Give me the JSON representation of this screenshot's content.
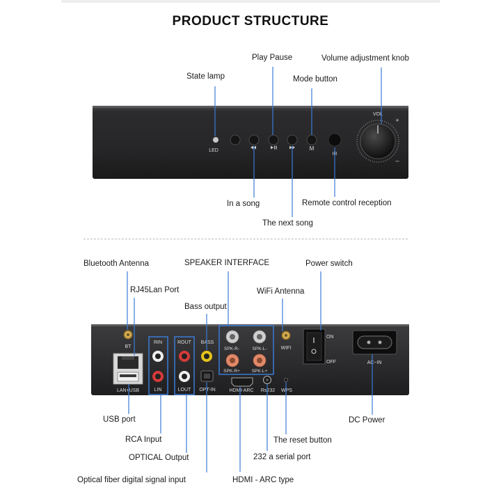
{
  "title": "PRODUCT STRUCTURE",
  "front_panel": {
    "labels": {
      "state_lamp": "State lamp",
      "play_pause": "Play Pause",
      "mode_button": "Mode button",
      "volume_knob": "Volume adjustment knob",
      "in_a_song": "In a song",
      "next_song": "The next song",
      "remote": "Remote control reception"
    },
    "markings": {
      "led": "LED",
      "m": "M",
      "ir": "IR",
      "vol": "VOL",
      "plus": "+",
      "minus": "–"
    }
  },
  "rear_panel": {
    "labels": {
      "bt_antenna": "Bluetooth Antenna",
      "rj45": "RJ45Lan Port",
      "bass_output": "Bass output",
      "speaker_interface": "SPEAKER INTERFACE",
      "power_switch": "Power switch",
      "wifi_antenna": "WiFi Antenna",
      "usb_port": "USB port",
      "rca_input": "RCA Input",
      "optical_output": "OPTICAL Output",
      "optical_input": "Optical fiber digital signal input",
      "dc_power": "DC Power",
      "reset_button": "The reset button",
      "serial_port": "232 a serial port",
      "hdmi_arc": "HDMI - ARC type"
    },
    "markings": {
      "bt": "BT",
      "rin": "RIN",
      "lin": "LIN",
      "rout": "ROUT",
      "lout": "LOUT",
      "bass": "BASS",
      "opt_in": "OPT-IN",
      "spk_r_minus": "SPK-R-",
      "spk_l_minus": "SPK-L-",
      "spk_r_plus": "SPK-R+",
      "spk_l_plus": "SPK-L+",
      "wifi": "WIFI",
      "on": "ON",
      "off": "OFF",
      "ac_in": "AC~IN",
      "lan_usb": "LAN+USB",
      "hdmi_arc_mark": "HDMI-ARC",
      "rs232": "Rs232",
      "wps": "WPS"
    }
  }
}
